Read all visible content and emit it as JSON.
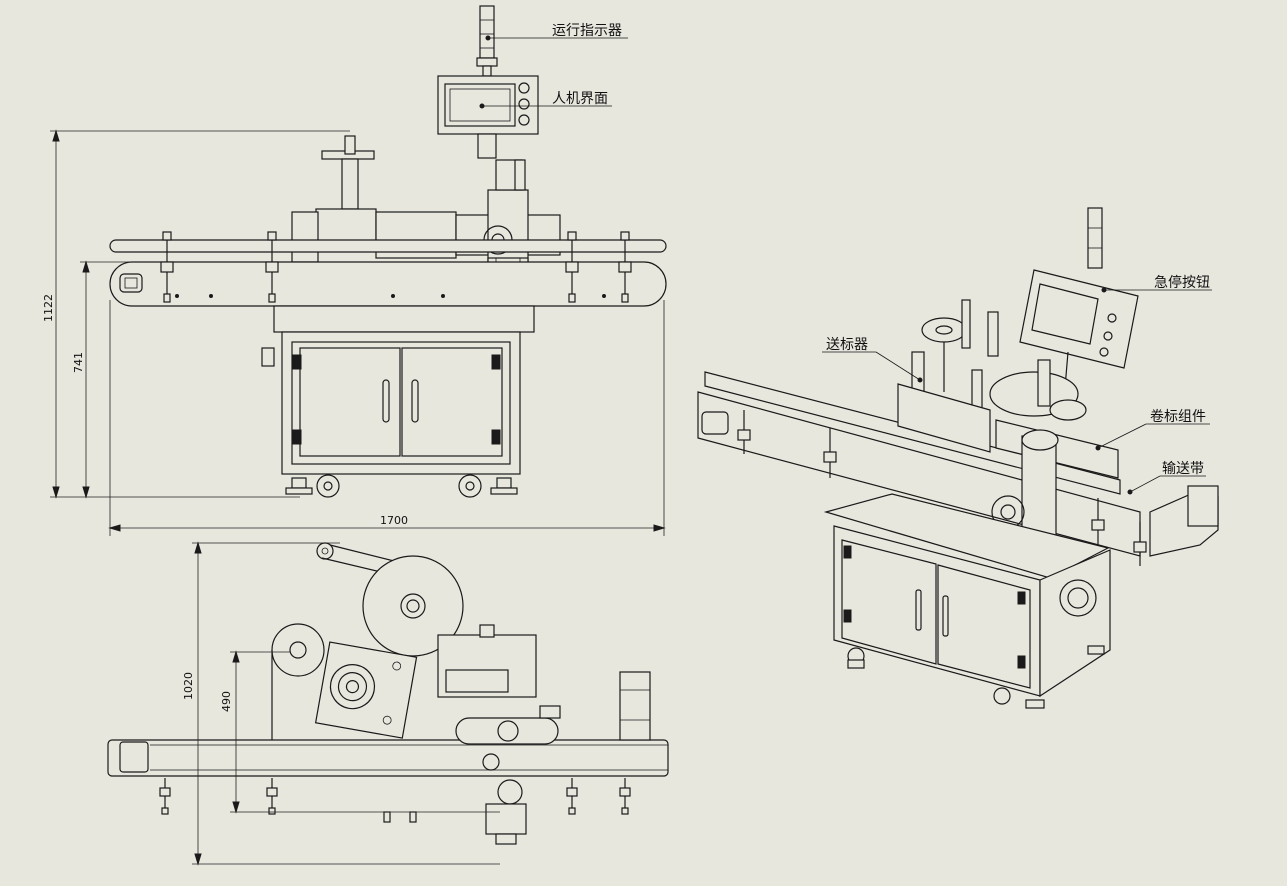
{
  "labels": {
    "run_indicator": "运行指示器",
    "hmi": "人机界面",
    "emergency_stop": "急停按钮",
    "label_feeder": "送标器",
    "winding_assembly": "卷标组件",
    "conveyor": "输送带"
  },
  "dimensions": {
    "total_height": "1122",
    "conveyor_height": "741",
    "total_length": "1700",
    "depth": "1020",
    "conveyor_depth": "490"
  }
}
